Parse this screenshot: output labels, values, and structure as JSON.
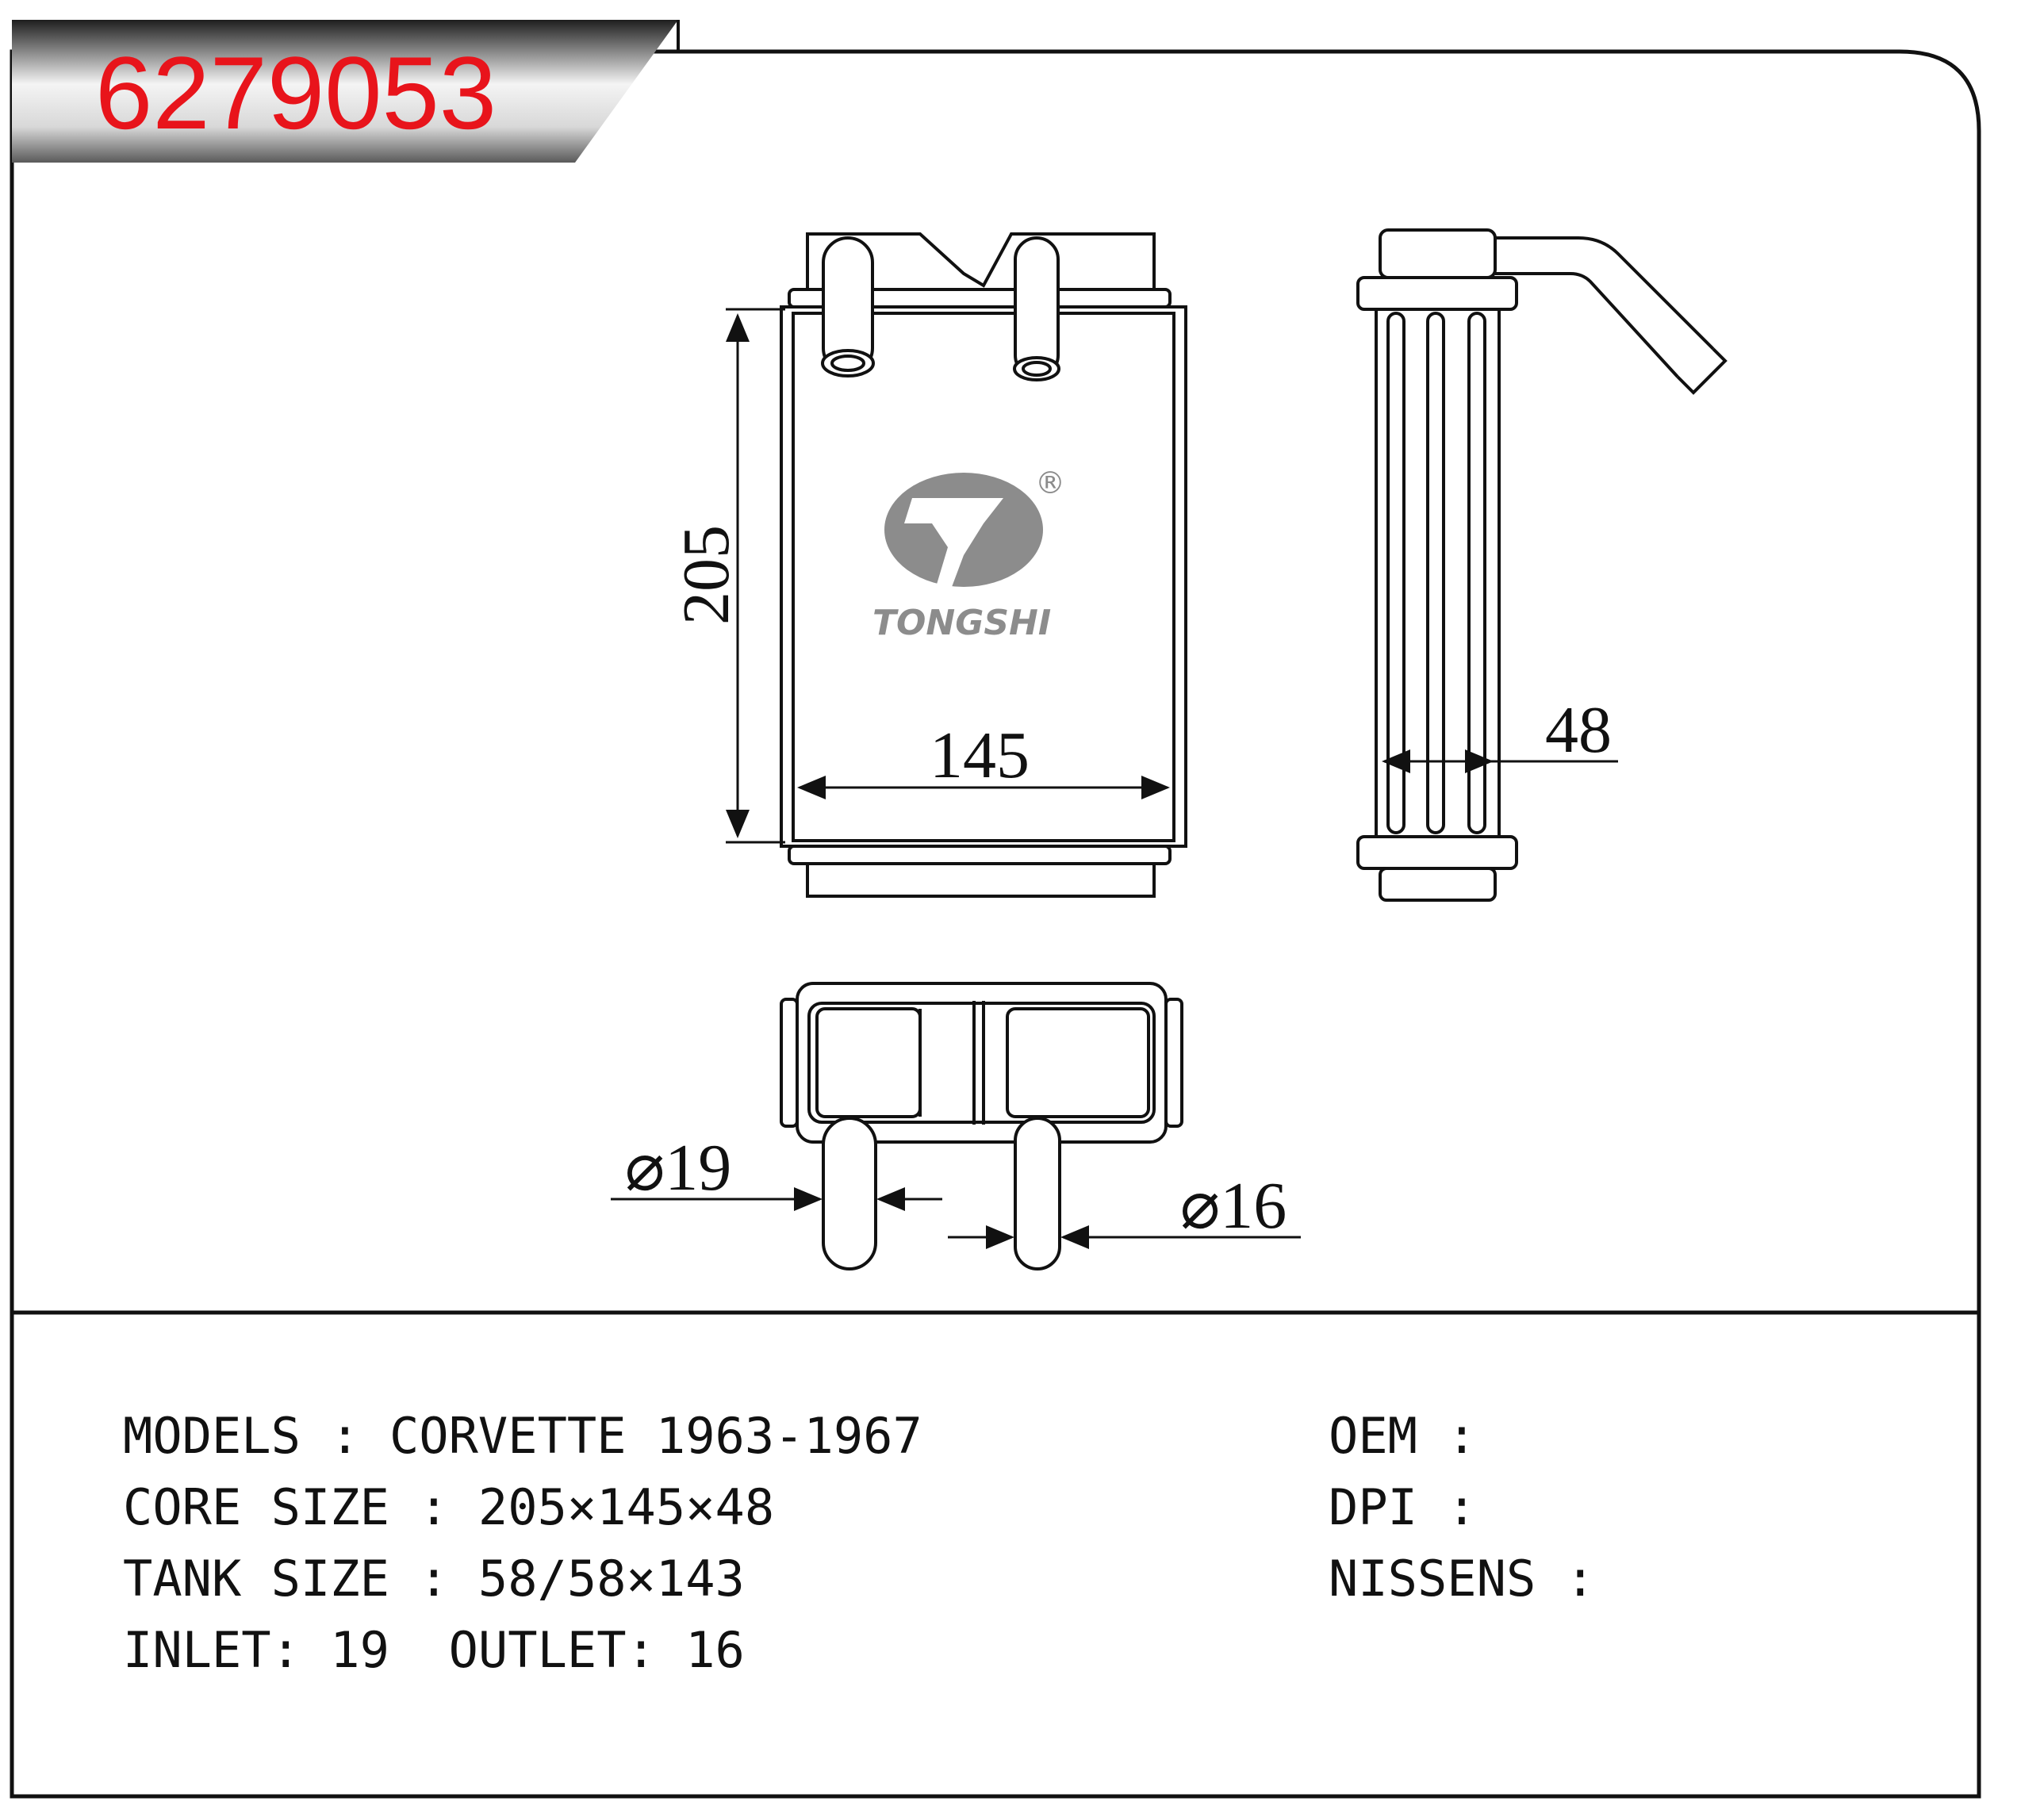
{
  "part_number": "6279053",
  "brand": {
    "name": "TONGSHI",
    "registered_mark": "®",
    "logo_color": "#8c8c8c"
  },
  "dimensions": {
    "height": "205",
    "width": "145",
    "depth": "48",
    "inlet_diameter": "⌀19",
    "outlet_diameter": "⌀16"
  },
  "specs": {
    "models": "MODELS : CORVETTE 1963-1967",
    "core_size": "CORE SIZE : 205×145×48",
    "tank_size": "TANK SIZE : 58/58×143",
    "inlet_outlet": "INLET: 19  OUTLET: 16",
    "oem": "OEM :",
    "dpi": "DPI :",
    "nissens": "NISSENS :"
  },
  "colors": {
    "part_number": "#e8141b",
    "line": "#111111",
    "banner_dark": "#2a2a2a",
    "banner_light": "#f2f2f2"
  }
}
